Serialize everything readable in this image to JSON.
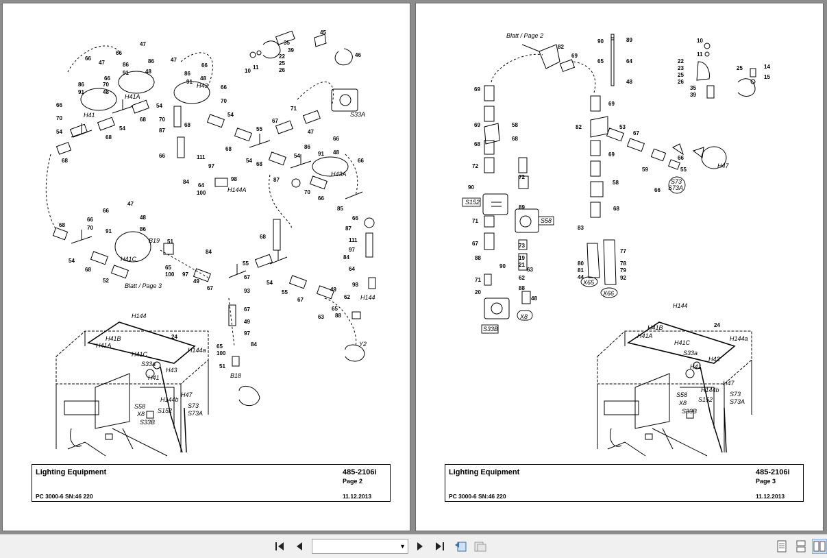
{
  "left_page": {
    "title": "Lighting Equipment",
    "doc_no": "485-2106i",
    "page": "Page 2",
    "model": "PC 3000-6 SN:46 220",
    "date": "11.12.2013",
    "ref_label": "Blatt / Page 3",
    "component_labels": [
      "H41",
      "H41A",
      "H43",
      "H43A",
      "H41C",
      "H144A",
      "H144",
      "B19",
      "B18",
      "S33A",
      "Y2"
    ],
    "overview_labels": [
      "H144",
      "H41B",
      "H41A",
      "24",
      "H41C",
      "S33a",
      "H144a",
      "H43",
      "H41",
      "S58",
      "X8",
      "S33B",
      "H144b",
      "S152",
      "H47",
      "S73",
      "S73A"
    ]
  },
  "right_page": {
    "title": "Lighting Equipment",
    "doc_no": "485-2106i",
    "page": "Page 3",
    "model": "PC 3000-6 SN:46 220",
    "date": "11.12.2013",
    "ref_label": "Blatt / Page 2",
    "component_labels": [
      "S152",
      "S58",
      "S33B",
      "X8",
      "X65",
      "X66",
      "H47",
      "S73",
      "S73A"
    ],
    "overview_labels": [
      "H144",
      "H41B",
      "H41A",
      "24",
      "H41C",
      "S33a",
      "H144a",
      "H43",
      "H41",
      "S58",
      "X8",
      "S33B",
      "H144b",
      "S152",
      "H47",
      "S73",
      "S73A"
    ]
  },
  "toolbar": {
    "first_page": "first-page-icon",
    "prev_page": "previous-page-icon",
    "page_input_value": "",
    "next_page": "next-page-icon",
    "last_page": "last-page-icon",
    "prev_view": "previous-view-icon",
    "next_view": "next-view-icon",
    "single_page": "single-page-icon",
    "continuous": "continuous-icon",
    "two_up": "two-page-icon"
  }
}
